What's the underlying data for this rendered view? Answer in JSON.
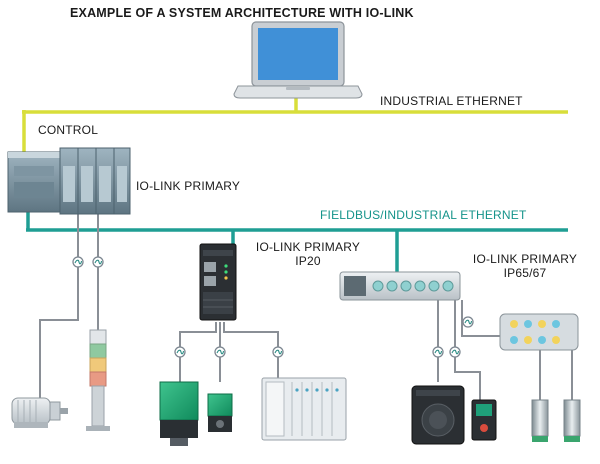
{
  "diagram": {
    "title": "EXAMPLE OF A SYSTEM ARCHITECTURE WITH IO-LINK",
    "labels": {
      "industrial_ethernet": "INDUSTRIAL ETHERNET",
      "control": "CONTROL",
      "io_link_primary": "IO-LINK PRIMARY",
      "fieldbus": "FIELDBUS/INDUSTRIAL ETHERNET",
      "primary_ip20_line1": "IO-LINK PRIMARY",
      "primary_ip20_line2": "IP20",
      "primary_ip6567_line1": "IO-LINK PRIMARY",
      "primary_ip6567_line2": "IP65/67"
    },
    "colors": {
      "industrial_ethernet_line": "#d8de3a",
      "fieldbus_line": "#1f9e94",
      "io_link_cable": "#8a8f96",
      "teal_label": "#14938a"
    },
    "device_icons": [
      "laptop-icon",
      "plc-icon",
      "motor-icon",
      "signal-tower-icon",
      "io-link-primary-ip20-icon",
      "io-link-primary-ip65-icon",
      "io-link-hub-icon",
      "inductive-sensor-icon",
      "photoelectric-sensor-icon",
      "valve-terminal-icon",
      "ultrasonic-sensor-icon",
      "rfid-sensor-icon",
      "cylindrical-sensor-icon",
      "io-link-connector-icon"
    ]
  }
}
